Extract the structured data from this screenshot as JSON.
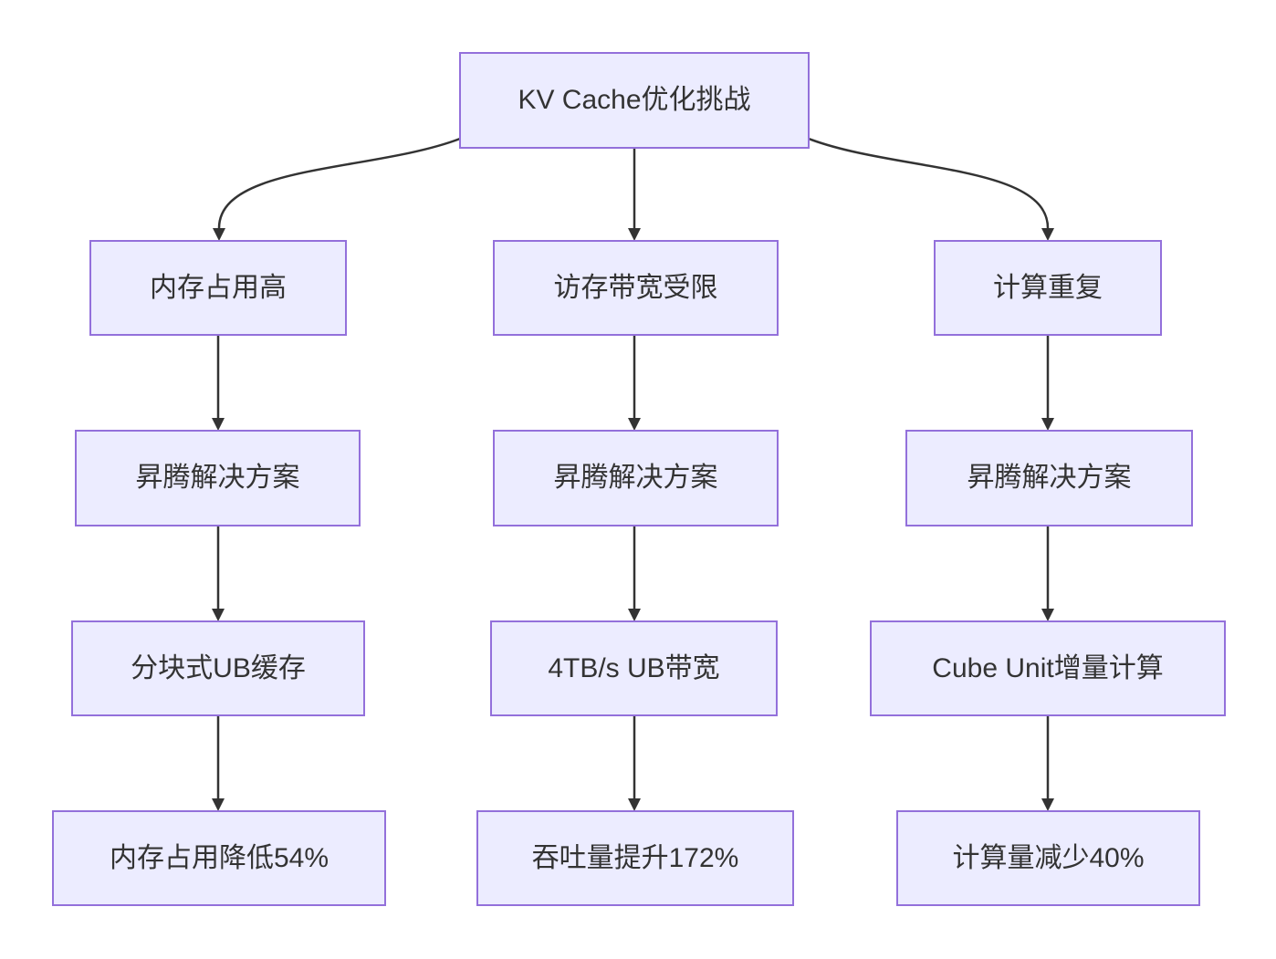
{
  "diagram": {
    "type": "flowchart",
    "direction": "top-down",
    "colors": {
      "node_fill": "#ECECFF",
      "node_border": "#9370DB",
      "edge_stroke": "#333333",
      "text": "#333333",
      "background": "#FFFFFF"
    },
    "nodes": {
      "root": {
        "label": "KV Cache优化挑战"
      },
      "challenge_memory": {
        "label": "内存占用高"
      },
      "challenge_bandwidth": {
        "label": "访存带宽受限"
      },
      "challenge_compute": {
        "label": "计算重复"
      },
      "solution_memory": {
        "label": "昇腾解决方案"
      },
      "solution_bandwidth": {
        "label": "昇腾解决方案"
      },
      "solution_compute": {
        "label": "昇腾解决方案"
      },
      "tech_memory": {
        "label": "分块式UB缓存"
      },
      "tech_bandwidth": {
        "label": "4TB/s UB带宽"
      },
      "tech_compute": {
        "label": "Cube Unit增量计算"
      },
      "result_memory": {
        "label": "内存占用降低54%"
      },
      "result_bandwidth": {
        "label": "吞吐量提升172%"
      },
      "result_compute": {
        "label": "计算量减少40%"
      }
    },
    "edges": [
      {
        "from": "root",
        "to": "challenge_memory"
      },
      {
        "from": "root",
        "to": "challenge_bandwidth"
      },
      {
        "from": "root",
        "to": "challenge_compute"
      },
      {
        "from": "challenge_memory",
        "to": "solution_memory"
      },
      {
        "from": "challenge_bandwidth",
        "to": "solution_bandwidth"
      },
      {
        "from": "challenge_compute",
        "to": "solution_compute"
      },
      {
        "from": "solution_memory",
        "to": "tech_memory"
      },
      {
        "from": "solution_bandwidth",
        "to": "tech_bandwidth"
      },
      {
        "from": "solution_compute",
        "to": "tech_compute"
      },
      {
        "from": "tech_memory",
        "to": "result_memory"
      },
      {
        "from": "tech_bandwidth",
        "to": "result_bandwidth"
      },
      {
        "from": "tech_compute",
        "to": "result_compute"
      }
    ]
  }
}
